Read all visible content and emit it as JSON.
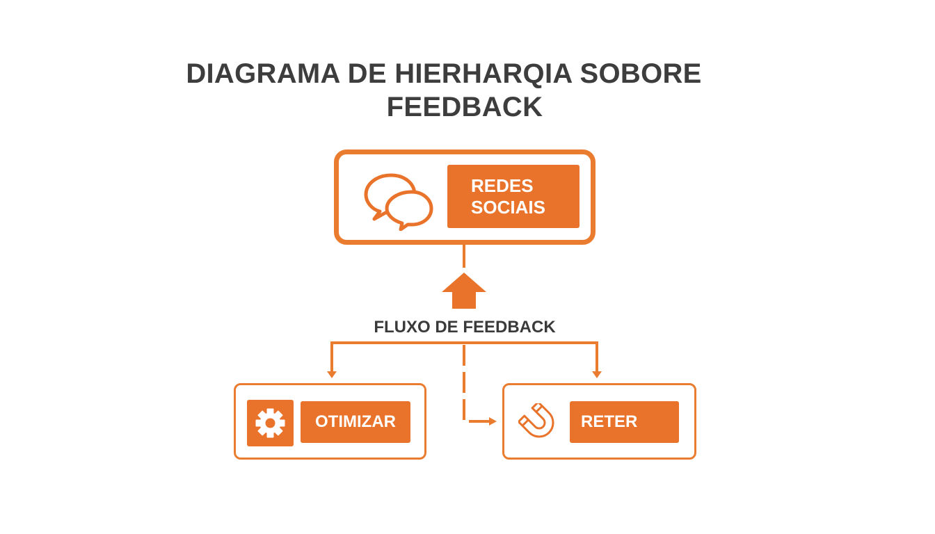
{
  "title": {
    "line1": "DIAGRAMA DE HIERHARQIA SOBORE",
    "line2": "FEEDBACK"
  },
  "nodes": {
    "top": {
      "label": "REDES SOCIAIS",
      "icon": "chat-bubbles-icon"
    },
    "left": {
      "label": "OTIMIZAR",
      "icon": "gear-icon"
    },
    "right": {
      "label": "RETER",
      "icon": "magnet-icon"
    }
  },
  "flow_label": "FLUXO DE FEEDBACK",
  "colors": {
    "accent": "#e9732a",
    "border": "#ea7c30",
    "title_text": "#3d3d3d",
    "background": "#ffffff"
  }
}
